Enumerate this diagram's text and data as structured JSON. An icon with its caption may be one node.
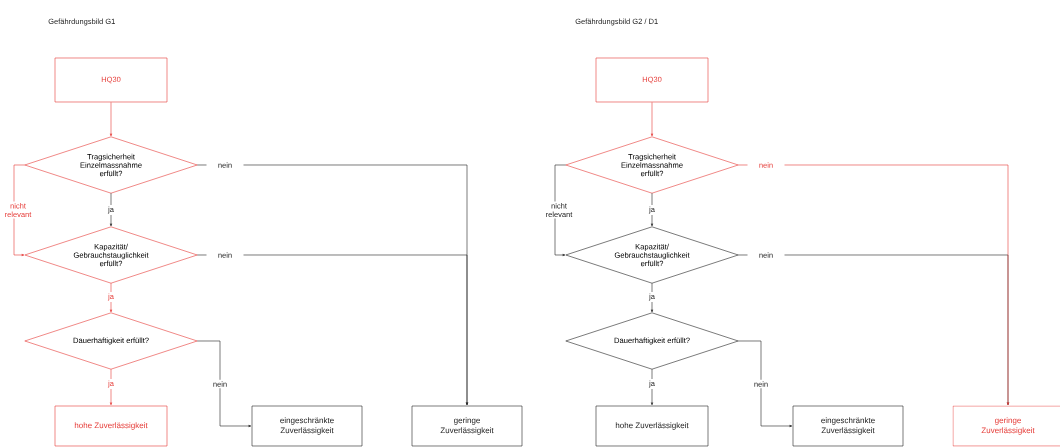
{
  "diagram": {
    "nodes": [
      {
        "text": [
          "HQ30"
        ]
      },
      {
        "text": [
          "Tragsicherheit Einzelmassnahme erfüllt?"
        ]
      },
      {
        "text": [
          "Kapazität/ Gebrauchstauglichkeit erfüllt?"
        ]
      },
      {
        "text": [
          "Dauerhaftigkeit erfüllt?"
        ]
      },
      {
        "text": [
          "hohe Zuverlässigkeit"
        ]
      },
      {
        "text": [
          "eingeschränkte Zuverlässigkeit"
        ]
      },
      {
        "text": [
          "geringe Zuverlässigkeit"
        ]
      },
      {
        "text": [
          "HQ30"
        ]
      },
      {
        "text": [
          "Tragsicherheit Einzelmassnahme erfüllt?"
        ]
      },
      {
        "text": [
          "Kapazität/ Gebrauchstauglichkeit erfüllt?"
        ]
      },
      {
        "text": [
          "Dauerhaftigkeit erfüllt?"
        ]
      },
      {
        "text": [
          "hohe Zuverlässigkeit"
        ]
      },
      {
        "text": [
          "eingeschränkte Zuverlässigkeit"
        ]
      },
      {
        "text": [
          "geringe Zuverlässigkeit"
        ]
      }
    ],
    "edges": [
      {
        "from": 0,
        "to": 1,
        "arrow": "to",
        "color": "#e53935"
      },
      {
        "from": 1,
        "to": 2,
        "arrow": "to",
        "label": "ja"
      },
      {
        "from": 1,
        "to": 2,
        "arrow": "to",
        "label": "nicht relevant",
        "color": "#e53935"
      },
      {
        "from": 1,
        "to": 6,
        "arrow": "to",
        "label": "nein"
      },
      {
        "from": 2,
        "to": 6,
        "arrow": "to",
        "label": "nein"
      },
      {
        "from": 2,
        "to": 3,
        "arrow": "to",
        "label": "ja",
        "color": "#e53935"
      },
      {
        "from": 3,
        "to": 4,
        "arrow": "to",
        "label": "ja",
        "color": "#e53935"
      },
      {
        "from": 3,
        "to": 5,
        "arrow": "to",
        "label": "nein"
      },
      {
        "from": 7,
        "to": 8,
        "arrow": "to",
        "color": "#e53935"
      },
      {
        "from": 8,
        "to": 9,
        "arrow": "to",
        "label": "ja"
      },
      {
        "from": 8,
        "to": 9,
        "arrow": "to",
        "label": "nicht relevant"
      },
      {
        "from": 8,
        "to": 13,
        "arrow": "to",
        "label": "nein",
        "color": "#e53935"
      },
      {
        "from": 9,
        "to": 13,
        "arrow": "to",
        "label": "nein"
      },
      {
        "from": 9,
        "to": 10,
        "arrow": "to",
        "label": "ja"
      },
      {
        "from": 10,
        "to": 11,
        "arrow": "to",
        "label": "ja"
      },
      {
        "from": 10,
        "to": 12,
        "arrow": "to",
        "label": "nein"
      }
    ],
    "labels": [
      "Gefährdungsbild G1",
      "Gefährdungsbild G2 / D1"
    ]
  }
}
